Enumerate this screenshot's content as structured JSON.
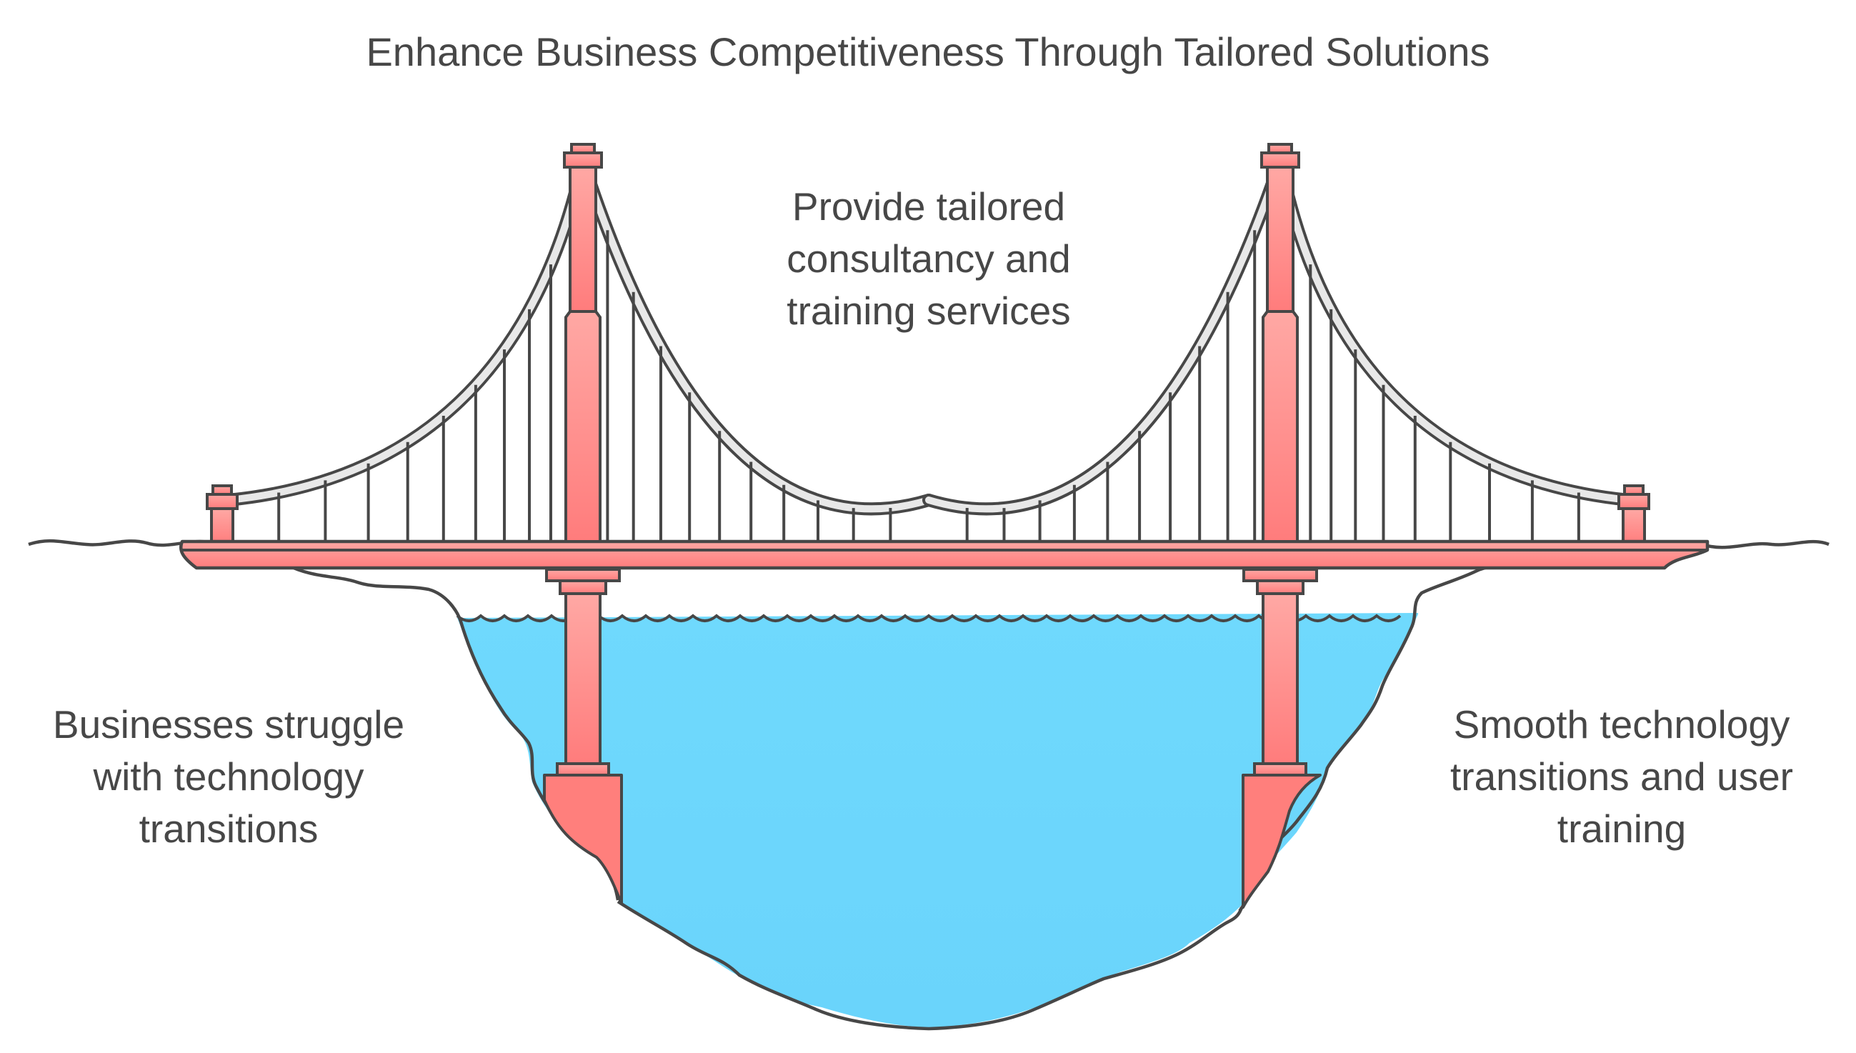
{
  "title": "Enhance Business Competitiveness Through Tailored Solutions",
  "labels": {
    "top": [
      "Provide tailored",
      "consultancy and",
      "training services"
    ],
    "left": [
      "Businesses struggle",
      "with technology",
      "transitions"
    ],
    "right": [
      "Smooth technology",
      "transitions and user",
      "training"
    ]
  },
  "colors": {
    "outline": "#474747",
    "tower": "#ff8c8c",
    "tower_light": "#ffa3a0",
    "water": "#6dd8fc",
    "cable": "#e8e8e8",
    "text": "#474747"
  }
}
